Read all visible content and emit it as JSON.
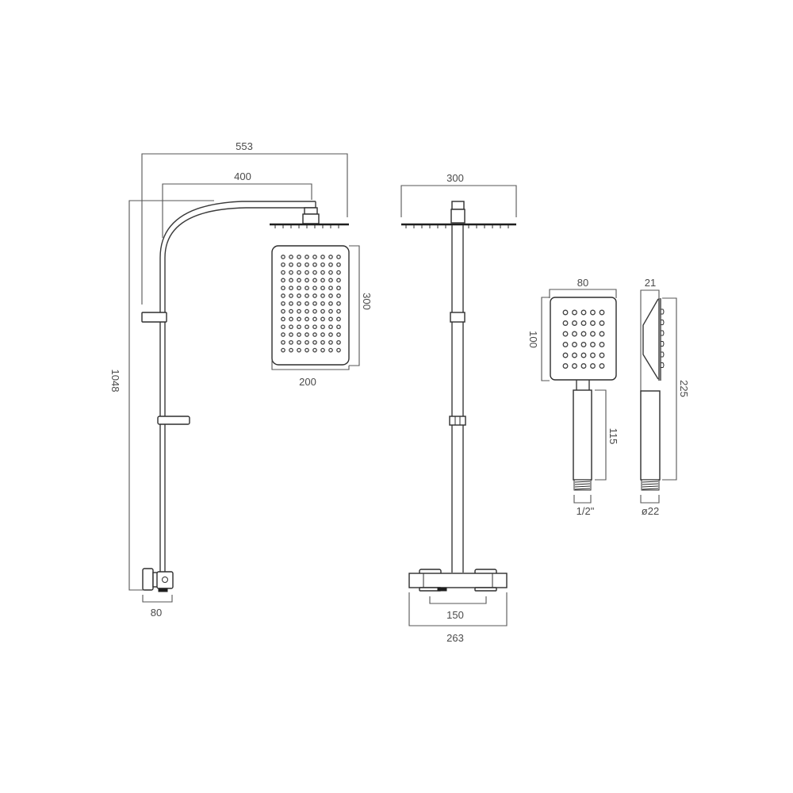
{
  "diagram": {
    "title": "Shower system dimension drawing",
    "line_color": "#3a3a3a",
    "label_color": "#4a4a4a",
    "views": {
      "side_view": {
        "dimensions": {
          "total_width": "553",
          "arm_reach": "400",
          "total_height": "1048",
          "valve_depth": "80"
        }
      },
      "rain_head_top": {
        "nozzle_columns": 8,
        "nozzle_rows": 13,
        "dimensions": {
          "length": "300",
          "width": "200"
        }
      },
      "front_view": {
        "dimensions": {
          "head_width": "300",
          "inlet_centres": "150",
          "valve_width": "263"
        }
      },
      "hand_shower_front": {
        "nozzle_columns": 5,
        "nozzle_rows": 6,
        "dimensions": {
          "head_width": "80",
          "head_height": "100",
          "handle_length": "115",
          "thread": "1/2\""
        }
      },
      "hand_shower_side": {
        "nozzle_count": 6,
        "dimensions": {
          "depth": "21",
          "total_length": "225",
          "diameter": "ø22"
        }
      }
    }
  }
}
